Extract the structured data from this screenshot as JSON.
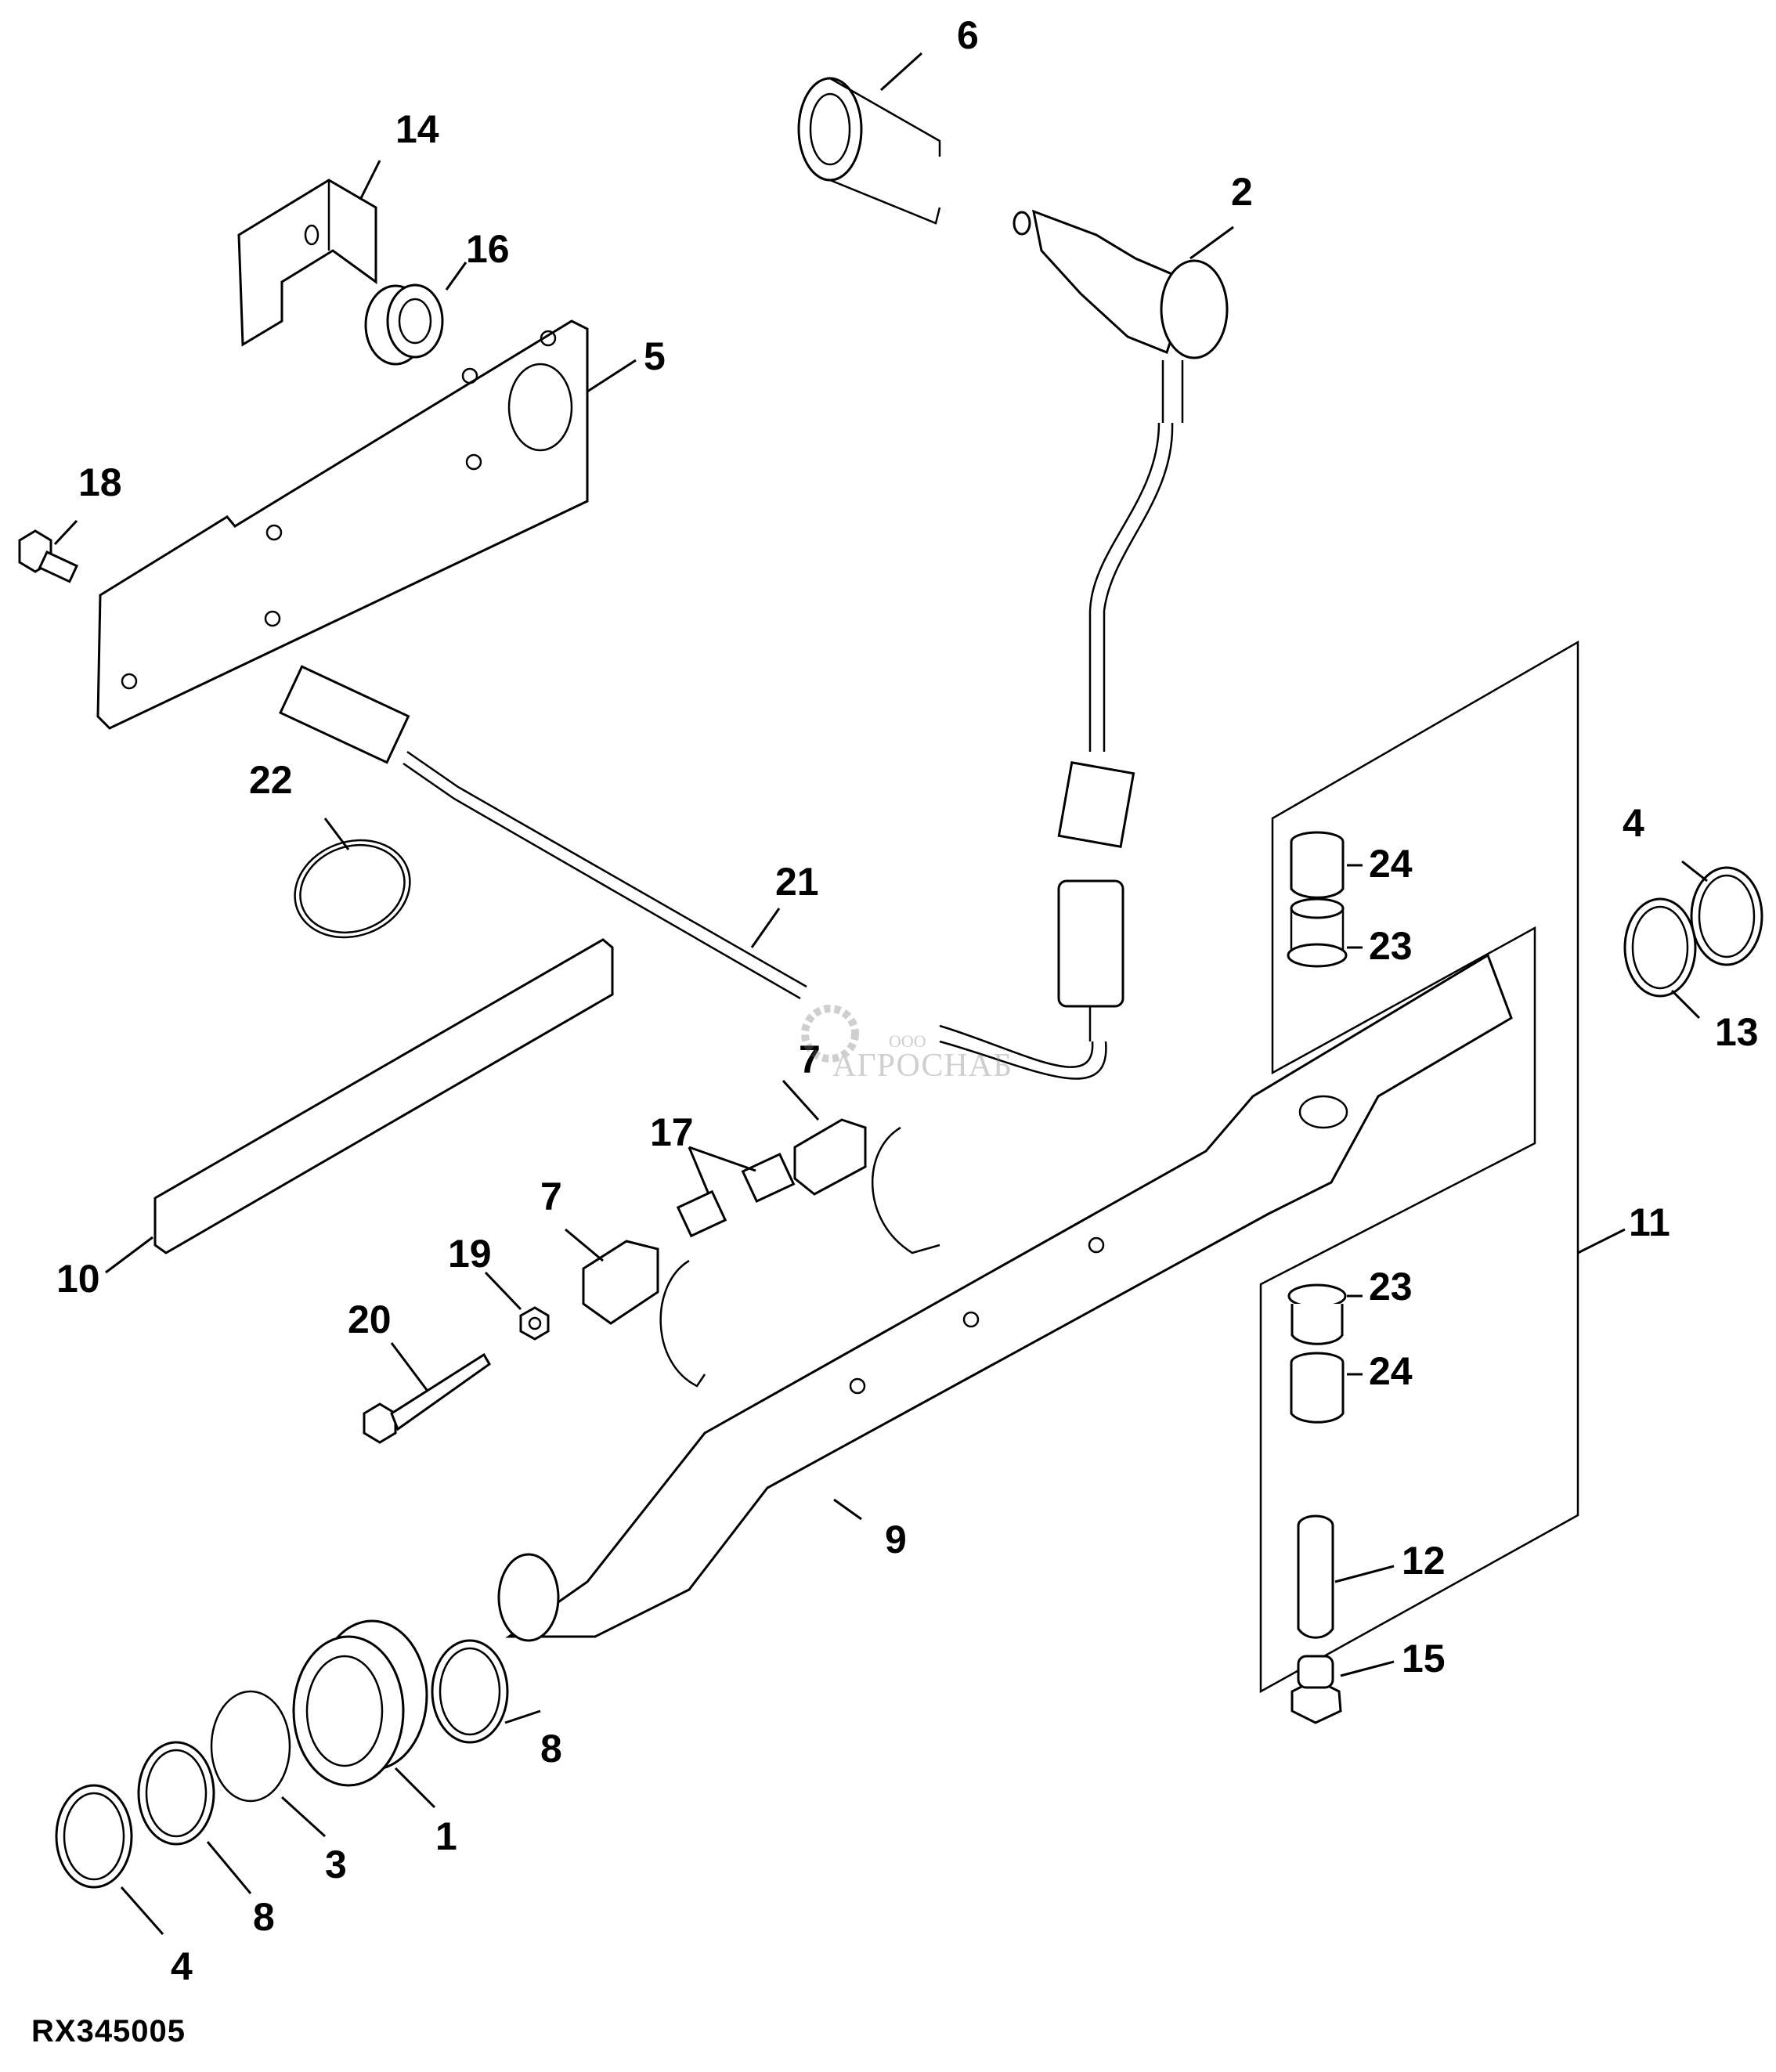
{
  "figure": {
    "id": "RX345005",
    "type": "exploded parts diagram"
  },
  "watermark": {
    "prefix": "ООО",
    "name": "АГРОСНАБ"
  },
  "callouts": [
    {
      "label": "1"
    },
    {
      "label": "2"
    },
    {
      "label": "3"
    },
    {
      "label": "4"
    },
    {
      "label": "4"
    },
    {
      "label": "5"
    },
    {
      "label": "6"
    },
    {
      "label": "7"
    },
    {
      "label": "7"
    },
    {
      "label": "8"
    },
    {
      "label": "8"
    },
    {
      "label": "9"
    },
    {
      "label": "10"
    },
    {
      "label": "11"
    },
    {
      "label": "12"
    },
    {
      "label": "13"
    },
    {
      "label": "14"
    },
    {
      "label": "15"
    },
    {
      "label": "16"
    },
    {
      "label": "17"
    },
    {
      "label": "18"
    },
    {
      "label": "19"
    },
    {
      "label": "20"
    },
    {
      "label": "21"
    },
    {
      "label": "22"
    },
    {
      "label": "23"
    },
    {
      "label": "23"
    },
    {
      "label": "24"
    },
    {
      "label": "24"
    }
  ]
}
